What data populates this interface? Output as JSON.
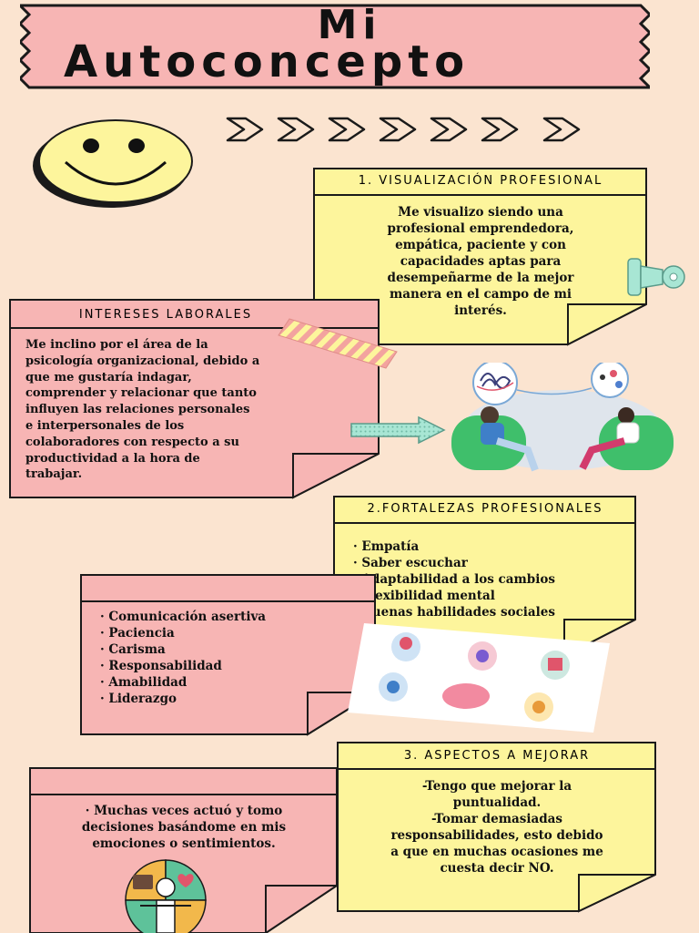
{
  "title": {
    "line1": "Mi",
    "line2": "Autoconcepto"
  },
  "colors": {
    "background": "#fbe4d0",
    "pink": "#f7b5b4",
    "yellow": "#fdf59c",
    "border": "#1a1a1a",
    "accent_mint": "#a8e6d4"
  },
  "section1": {
    "header": "1. VISUALIZACIÓN PROFESIONAL",
    "lines": [
      "Me visualizo siendo una",
      "profesional emprendedora,",
      "empática, paciente y con",
      "capacidades aptas para",
      "desempeñarme de la mejor",
      "manera en el campo de mi",
      "interés."
    ]
  },
  "intereses": {
    "header": "INTERESES LABORALES",
    "lines": [
      "Me inclino por el área de la",
      "psicología organizacional, debido a",
      "que me gustaría indagar,",
      "comprender y relacionar que tanto",
      "influyen las relaciones personales",
      "e interpersonales de los",
      "colaboradores con respecto a su",
      "productividad a la hora de",
      "trabajar."
    ]
  },
  "section2": {
    "header": "2.FORTALEZAS PROFESIONALES",
    "items": [
      "· Empatía",
      "· Saber escuchar",
      "· Adaptabilidad a los cambios",
      "· Flexibilidad mental",
      "· Buenas habilidades sociales"
    ]
  },
  "pink_list": {
    "items": [
      "· Comunicación asertiva",
      "· Paciencia",
      "· Carisma",
      "· Responsabilidad",
      "· Amabilidad",
      "· Liderazgo"
    ]
  },
  "section3": {
    "header": "3. ASPECTOS A MEJORAR",
    "lines": [
      "-Tengo que mejorar la",
      "puntualidad.",
      "-Tomar demasiadas",
      "responsabilidades, esto debido",
      "a que en muchas ocasiones me",
      "cuesta decir NO."
    ]
  },
  "pink_bottom": {
    "lines": [
      "· Muchas veces actuó y tomo",
      "decisiones basándome en mis",
      "emociones o sentimientos."
    ]
  },
  "icons": [
    "smiley-icon",
    "chevron-arrows-icon",
    "binder-clip-icon",
    "washi-tape-icon",
    "mint-arrow-icon",
    "therapy-illustration",
    "brain-collage-illustration",
    "balance-person-icon"
  ]
}
